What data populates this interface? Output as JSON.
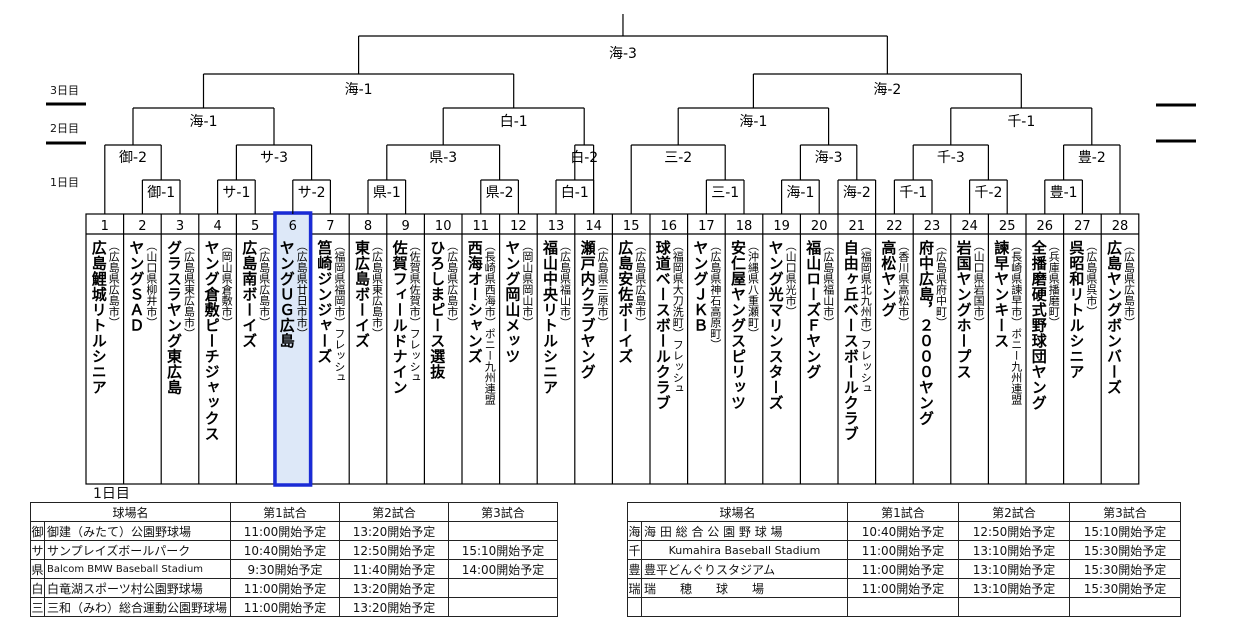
{
  "day_labels": {
    "day3": "3日目",
    "day2": "2日目",
    "day1": "1日目"
  },
  "matches": {
    "final": "海-3",
    "semi_left": "海-1",
    "semi_right": "海-2",
    "q1": "海-1",
    "q2": "白-1",
    "q3": "海-1",
    "q4": "千-1",
    "r1": "御-2",
    "r2": "サ-3",
    "r3": "県-3",
    "r4": "白-2",
    "r5": "三-2",
    "r6": "海-3",
    "r7": "千-3",
    "r8": "豊-2",
    "f1": "御-1",
    "f2": "サ-1",
    "f3": "サ-2",
    "f4": "県-1",
    "f5": "県-2",
    "f6": "白-1",
    "f7": "三-1",
    "f8": "海-1",
    "f9": "海-2",
    "f10": "千-1",
    "f11": "千-2",
    "f12": "豊-1"
  },
  "teams": [
    {
      "num": "1",
      "name": "広島鯉城リトルシニア",
      "loc": "（広島県広島市）"
    },
    {
      "num": "2",
      "name": "ヤングＳＡＤ",
      "loc": "（山口県柳井市）"
    },
    {
      "num": "3",
      "name": "グラスラヤング東広島",
      "loc": "（広島県東広島市）"
    },
    {
      "num": "4",
      "name": "ヤング倉敷ピーチジャックス",
      "loc": "（岡山県倉敷市）"
    },
    {
      "num": "5",
      "name": "広島南ボーイズ",
      "loc": "（広島県広島市）"
    },
    {
      "num": "6",
      "name": "ヤングＵＧ広島",
      "loc": "（広島県廿日市市）"
    },
    {
      "num": "7",
      "name": "筥崎ジンジャーズ",
      "loc": "（福岡県福岡市）フレッシュ"
    },
    {
      "num": "8",
      "name": "東広島ボーイズ",
      "loc": "（広島県東広島市）"
    },
    {
      "num": "9",
      "name": "佐賀フィールドナイン",
      "loc": "（佐賀県佐賀市）フレッシュ"
    },
    {
      "num": "10",
      "name": "ひろしまピース選抜",
      "loc": "（広島県広島市）"
    },
    {
      "num": "11",
      "name": "西海オーシャンズ",
      "loc": "（長崎県西海市）ポニー九州連盟"
    },
    {
      "num": "12",
      "name": "ヤング岡山メッツ",
      "loc": "（岡山県岡山市）"
    },
    {
      "num": "13",
      "name": "福山中央リトルシニア",
      "loc": "（広島県福山市）"
    },
    {
      "num": "14",
      "name": "瀬戸内クラブヤング",
      "loc": "（広島県三原市）"
    },
    {
      "num": "15",
      "name": "広島安佐ボーイズ",
      "loc": "（広島県広島市）"
    },
    {
      "num": "16",
      "name": "球道ベースボールクラブ",
      "loc": "（福岡県大刀洗町）フレッシュ"
    },
    {
      "num": "17",
      "name": "ヤングＪＫＢ",
      "loc": "（広島県神石高原町）"
    },
    {
      "num": "18",
      "name": "安仁屋ヤングスピリッツ",
      "loc": "（沖縄県八重瀬町）"
    },
    {
      "num": "19",
      "name": "ヤング光マリンスターズ",
      "loc": "（山口県光市）"
    },
    {
      "num": "20",
      "name": "福山ローズＦヤング",
      "loc": "（広島県福山市）"
    },
    {
      "num": "21",
      "name": "自由ヶ丘ベースボールクラブ",
      "loc": "（福岡県北九州市）フレッシュ"
    },
    {
      "num": "22",
      "name": "高松ヤング",
      "loc": "（香川県高松市）"
    },
    {
      "num": "23",
      "name": "府中広島，２０００ヤング",
      "loc": "（広島県府中町）"
    },
    {
      "num": "24",
      "name": "岩国ヤングホープス",
      "loc": "（山口県岩国市）"
    },
    {
      "num": "25",
      "name": "諫早ヤンキース",
      "loc": "（長崎県諫早市）ポニー九州連盟"
    },
    {
      "num": "26",
      "name": "全播磨硬式野球団ヤング",
      "loc": "（兵庫県播磨町）"
    },
    {
      "num": "27",
      "name": "呉昭和リトルシニア",
      "loc": "（広島県呉市）"
    },
    {
      "num": "28",
      "name": "広島ヤングボンバーズ",
      "loc": "（広島県広島市）"
    }
  ],
  "day1_title": "1日目",
  "schedule_headers": {
    "stadium": "球場名",
    "g1": "第1試合",
    "g2": "第2試合",
    "g3": "第3試合"
  },
  "schedule_left": [
    {
      "code": "御",
      "stadium": "御建（みたて）公園野球場",
      "g1": "11:00開始予定",
      "g2": "13:20開始予定",
      "g3": ""
    },
    {
      "code": "サ",
      "stadium": "サンプレイズボールパーク",
      "g1": "10:40開始予定",
      "g2": "12:50開始予定",
      "g3": "15:10開始予定"
    },
    {
      "code": "県",
      "stadium": "Balcom BMW Baseball Stadium",
      "g1": "9:30開始予定",
      "g2": "11:40開始予定",
      "g3": "14:00開始予定"
    },
    {
      "code": "白",
      "stadium": "白竜湖スポーツ村公園野球場",
      "g1": "11:00開始予定",
      "g2": "13:20開始予定",
      "g3": ""
    },
    {
      "code": "三",
      "stadium": "三和（みわ）総合運動公園野球場",
      "g1": "11:00開始予定",
      "g2": "13:20開始予定",
      "g3": ""
    }
  ],
  "schedule_right": [
    {
      "code": "海",
      "stadium": "海 田 総 合 公 園 野 球 場",
      "g1": "10:40開始予定",
      "g2": "12:50開始予定",
      "g3": "15:10開始予定"
    },
    {
      "code": "千",
      "stadium": "Kumahira Baseball Stadium",
      "g1": "11:00開始予定",
      "g2": "13:10開始予定",
      "g3": "15:30開始予定"
    },
    {
      "code": "豊",
      "stadium": "豊平どんぐりスタジアム",
      "g1": "11:00開始予定",
      "g2": "13:10開始予定",
      "g3": "15:30開始予定"
    },
    {
      "code": "瑞",
      "stadium": "瑞　　穂　　球　　場",
      "g1": "11:00開始予定",
      "g2": "13:10開始予定",
      "g3": "15:30開始予定"
    },
    {
      "code": "",
      "stadium": "",
      "g1": "",
      "g2": "",
      "g3": ""
    }
  ],
  "highlight_color": "#1a2bd6",
  "highlight_fill": "#dde8f8"
}
